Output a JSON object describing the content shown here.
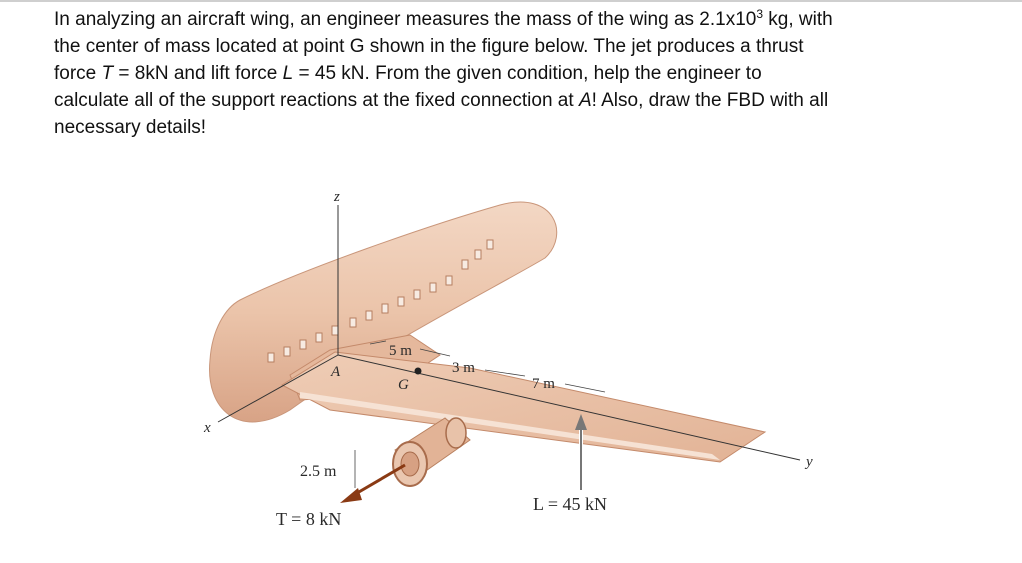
{
  "problem": {
    "line1_a": "In analyzing an aircraft wing, an engineer measures the mass of the wing as 2.1x10",
    "line1_exp": "3",
    "line1_b": " kg, with",
    "line2": "the center of mass located at point G shown in the figure below. The jet produces a thrust",
    "line3_a": "force ",
    "line3_T": "T",
    "line3_b": " = 8kN and lift force ",
    "line3_L": "L",
    "line3_c": " = 45 kN. From the given condition, help the engineer to",
    "line4_a": "calculate all of the support reactions at the fixed connection at ",
    "line4_A": "A",
    "line4_b": "! Also, draw the FBD with all",
    "line5": "necessary details!"
  },
  "figure": {
    "axis_z": "z",
    "axis_x": "x",
    "axis_y": "y",
    "point_A": "A",
    "point_G": "G",
    "dim_5m": "5 m",
    "dim_3m": "3 m",
    "dim_7m": "7 m",
    "dim_25m": "2.5 m",
    "thrust_label": "T = 8 kN",
    "lift_label": "L = 45 kN",
    "colors": {
      "fuselage": "#ecc6ad",
      "wing": "#e8bfa3",
      "shadow": "#d49e80",
      "arrow": "#8a3a14",
      "line": "#3a3a3a"
    }
  }
}
